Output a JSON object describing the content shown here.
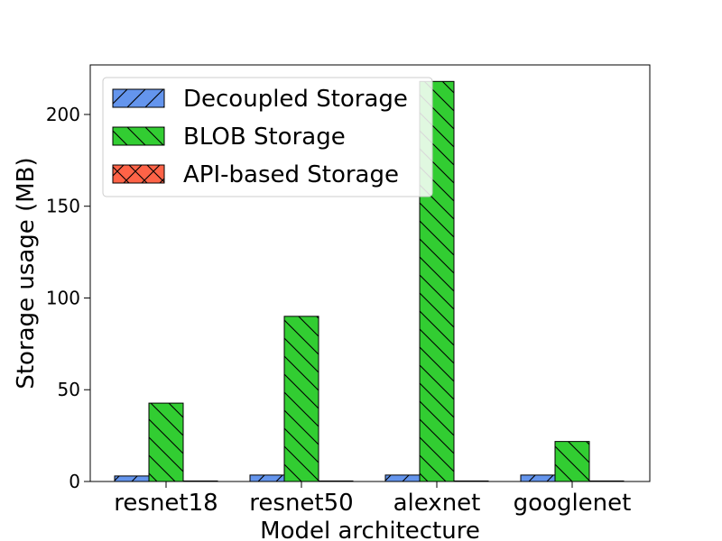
{
  "chart_data": {
    "type": "bar",
    "title": "",
    "xlabel": "Model architecture",
    "ylabel": "Storage usage (MB)",
    "categories": [
      "resnet18",
      "resnet50",
      "alexnet",
      "googlenet"
    ],
    "ylim": [
      0,
      227
    ],
    "yticks": [
      0,
      50,
      100,
      150,
      200
    ],
    "grid": false,
    "legend_position": "top-left",
    "series": [
      {
        "name": "Decoupled Storage",
        "values": [
          3,
          3.5,
          3.5,
          3.5
        ],
        "color": "#6495ED",
        "hatch": "/"
      },
      {
        "name": "BLOB Storage",
        "values": [
          42.7,
          90,
          218,
          21.8
        ],
        "color": "#32CD32",
        "hatch": "\\"
      },
      {
        "name": "API-based Storage",
        "values": [
          0.3,
          0.3,
          0.3,
          0.3
        ],
        "color": "#FF6347",
        "hatch": "x"
      }
    ]
  }
}
